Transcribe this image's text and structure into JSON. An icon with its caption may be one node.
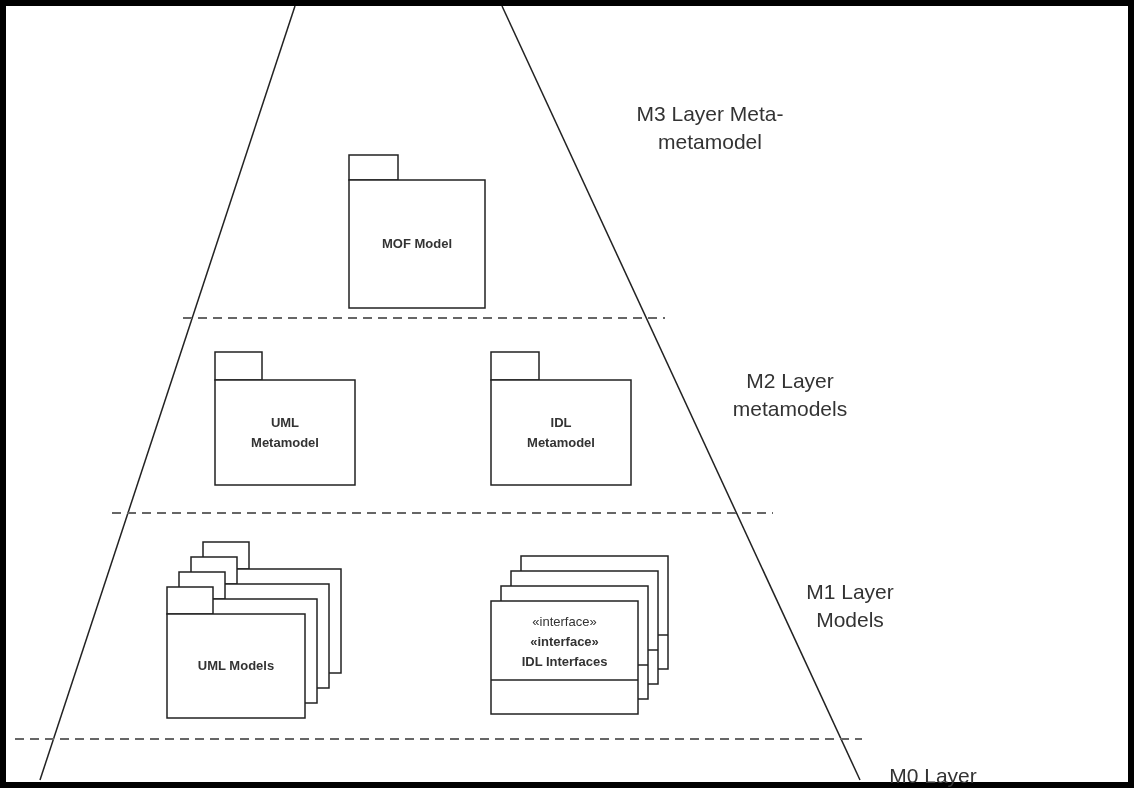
{
  "diagram": {
    "nodes": [
      {
        "text": [
          "MOF Model"
        ]
      },
      {
        "text": [
          "UML Metamodel"
        ]
      },
      {
        "text": [
          "IDL Metamodel"
        ]
      },
      {
        "text": [
          "UML Models"
        ]
      },
      {
        "text": [
          "«interface»",
          "«interface»",
          "IDL Interfaces"
        ]
      }
    ],
    "edges": [],
    "labels": [
      "M3 Layer Meta-metamodel",
      "M2 Layer metamodels",
      "M1 Layer Models",
      "M0 Layer"
    ]
  }
}
